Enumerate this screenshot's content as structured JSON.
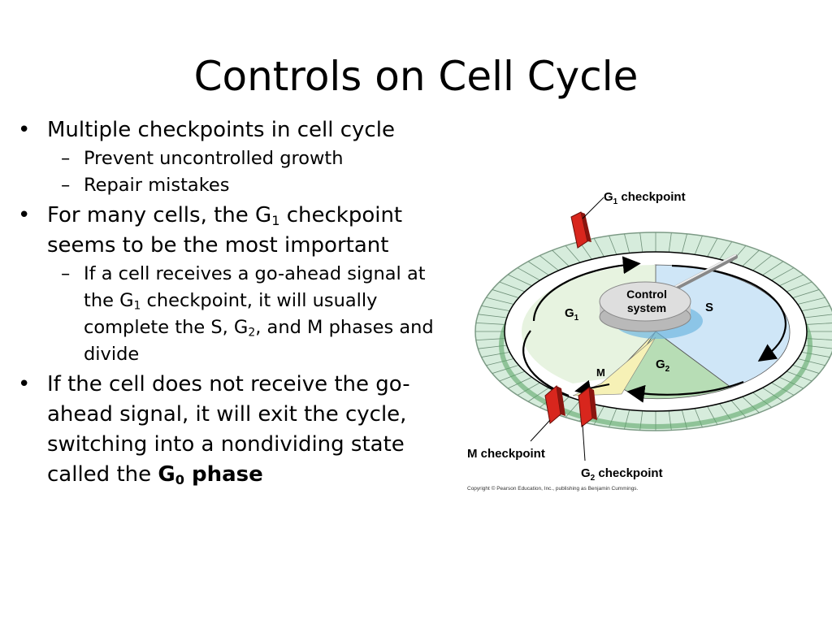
{
  "slide": {
    "title": "Controls on Cell Cycle",
    "bullet1": {
      "text": "Multiple checkpoints in cell cycle",
      "sub1": "Prevent uncontrolled growth",
      "sub2": "Repair mistakes"
    },
    "bullet2": {
      "pre": "For many cells, the G",
      "sub": "1",
      "post": " checkpoint seems to be the most important",
      "sub_a": "If a cell receives a go-ahead signal at the G",
      "sub_b": "1",
      "sub_c": " checkpoint, it will usually complete the S, G",
      "sub_d": "2",
      "sub_e": ", and M phases and divide"
    },
    "bullet3": {
      "pre": "If the cell does not receive the go-ahead signal, it will exit the cycle, switching into a nondividing state called the ",
      "bold": "G",
      "bold_sub": "0",
      "bold_post": " phase"
    },
    "markers": {
      "bullet": "•",
      "dash": "–"
    }
  },
  "diagram": {
    "g1_checkpoint": {
      "pre": "G",
      "sub": "1",
      "post": " checkpoint"
    },
    "m_checkpoint": "M checkpoint",
    "g2_checkpoint": {
      "pre": "G",
      "sub": "2",
      "post": " checkpoint"
    },
    "control_line1": "Control",
    "control_line2": "system",
    "phase_s": "S",
    "phase_g1": {
      "pre": "G",
      "sub": "1"
    },
    "phase_g2": {
      "pre": "G",
      "sub": "2"
    },
    "phase_m": "M",
    "copyright": "Copyright © Pearson Education, Inc., publishing as Benjamin Cummings.",
    "colors": {
      "outer_ring": "#d6ecdc",
      "g1": "#e7f3e0",
      "s": "#cfe6f7",
      "g2": "#b7ddb5",
      "m": "#f6f1b6",
      "checkpoint": "#d8261d",
      "hub": "#dedede"
    }
  }
}
